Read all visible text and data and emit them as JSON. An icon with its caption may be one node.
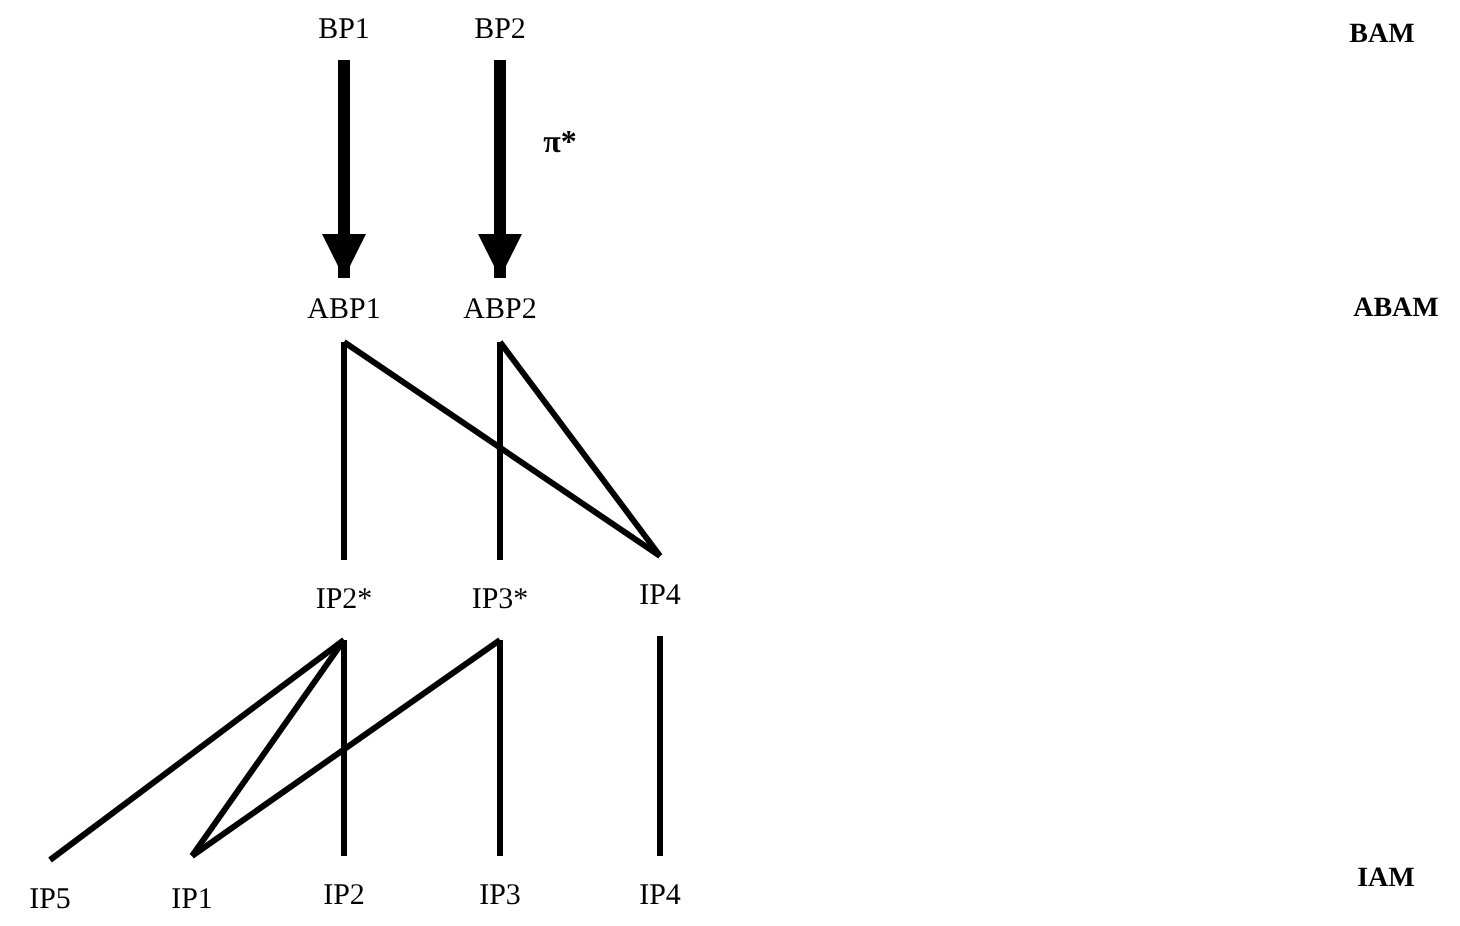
{
  "diagram": {
    "nodes": [
      {
        "text": [
          "BP1"
        ]
      },
      {
        "text": [
          "BP2"
        ]
      },
      {
        "text": [
          "ABP1"
        ]
      },
      {
        "text": [
          "ABP2"
        ]
      },
      {
        "text": [
          "IP2*"
        ]
      },
      {
        "text": [
          "IP3*"
        ]
      },
      {
        "text": [
          "IP4"
        ]
      },
      {
        "text": [
          "IP5"
        ]
      },
      {
        "text": [
          "IP1"
        ]
      },
      {
        "text": [
          "IP2"
        ]
      },
      {
        "text": [
          "IP3"
        ]
      },
      {
        "text": [
          "IP4"
        ]
      }
    ],
    "edges": [
      {
        "from": 0,
        "to": 2,
        "arrow": "to",
        "style": "thick"
      },
      {
        "from": 1,
        "to": 3,
        "arrow": "to",
        "style": "thick",
        "label": "π*"
      },
      {
        "from": 2,
        "to": 4,
        "arrow": "none"
      },
      {
        "from": 2,
        "to": 6,
        "arrow": "none"
      },
      {
        "from": 3,
        "to": 5,
        "arrow": "none"
      },
      {
        "from": 3,
        "to": 6,
        "arrow": "none"
      },
      {
        "from": 4,
        "to": 7,
        "arrow": "none"
      },
      {
        "from": 4,
        "to": 8,
        "arrow": "none"
      },
      {
        "from": 4,
        "to": 9,
        "arrow": "none"
      },
      {
        "from": 5,
        "to": 8,
        "arrow": "none"
      },
      {
        "from": 5,
        "to": 10,
        "arrow": "none"
      },
      {
        "from": 6,
        "to": 11,
        "arrow": "none"
      }
    ],
    "labels": [
      "BAM",
      "ABAM",
      "IAM"
    ]
  }
}
